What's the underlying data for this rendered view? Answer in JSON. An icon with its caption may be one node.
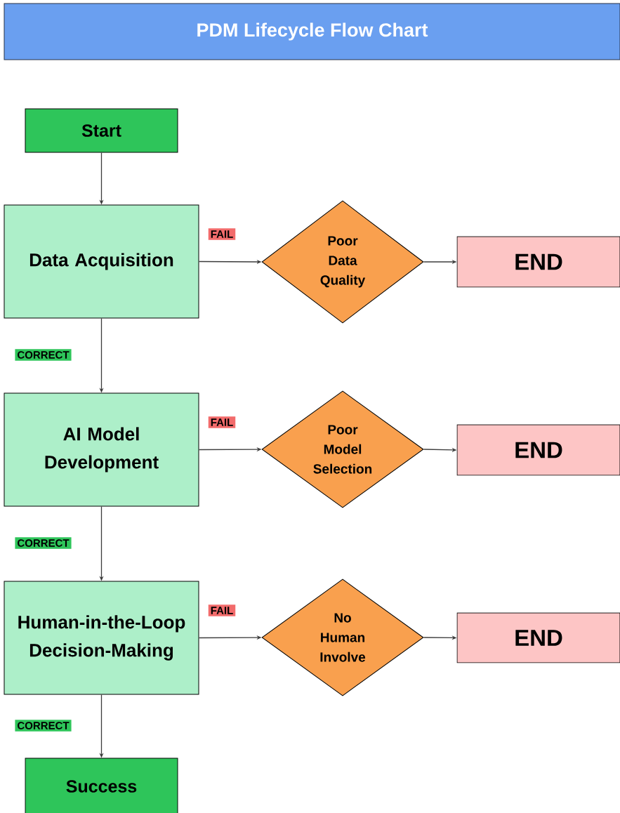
{
  "diagram": {
    "title": "PDM Lifecycle Flow Chart",
    "nodes": [
      {
        "text": [
          "Start"
        ]
      },
      {
        "text": [
          "Data Acquisition"
        ]
      },
      {
        "text": [
          "Poor Data Quality"
        ]
      },
      {
        "text": [
          "END"
        ]
      },
      {
        "text": [
          "AI Model Development"
        ]
      },
      {
        "text": [
          "Poor Model Selection"
        ]
      },
      {
        "text": [
          "END"
        ]
      },
      {
        "text": [
          "Human-in-the-Loop Decision-Making"
        ]
      },
      {
        "text": [
          "No Human Involve"
        ]
      },
      {
        "text": [
          "END"
        ]
      },
      {
        "text": [
          "Success"
        ]
      }
    ],
    "edges": [
      {
        "from": 0,
        "to": 1,
        "arrow": "to"
      },
      {
        "from": 1,
        "to": 2,
        "arrow": "to",
        "label": "FAIL"
      },
      {
        "from": 2,
        "to": 3,
        "arrow": "to"
      },
      {
        "from": 1,
        "to": 4,
        "arrow": "to",
        "label": "CORRECT"
      },
      {
        "from": 4,
        "to": 5,
        "arrow": "to",
        "label": "FAIL"
      },
      {
        "from": 5,
        "to": 6,
        "arrow": "to"
      },
      {
        "from": 4,
        "to": 7,
        "arrow": "to",
        "label": "CORRECT"
      },
      {
        "from": 7,
        "to": 8,
        "arrow": "to",
        "label": "FAIL"
      },
      {
        "from": 8,
        "to": 9,
        "arrow": "to"
      },
      {
        "from": 7,
        "to": 10,
        "arrow": "to",
        "label": "CORRECT"
      }
    ]
  }
}
